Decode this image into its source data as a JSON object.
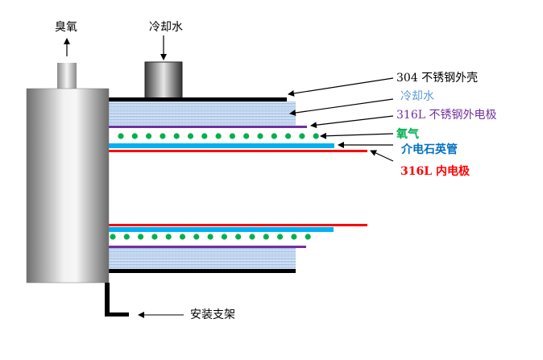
{
  "title": "臭氧发生器放电管结构示意图",
  "labels": {
    "ozone": "臭氧",
    "cooling_water_top": "冷却水",
    "shell": "304 不锈钢外壳",
    "cooling_water": "冷却水",
    "outer_electrode": "316L 不锈钢外电极",
    "oxygen": "氧气",
    "dielectric": "介电石英管",
    "inner_electrode": "316L 内电极",
    "bracket": "安装支架"
  },
  "colors": {
    "shell": "#000000",
    "cooling_water": "#5b9bd5",
    "outer_electrode": "#7030a0",
    "oxygen": "#00b050",
    "dielectric": "#00b0f0",
    "inner_electrode": "#ff0000",
    "inner_electrode_label": "#ff0000",
    "dielectric_label": "#0070c0",
    "oxygen_label": "#00b050",
    "outer_electrode_label": "#7030a0",
    "cooling_water_label": "#5b9bd5",
    "shell_label": "#000000"
  },
  "oxygen_dot_count": 15
}
